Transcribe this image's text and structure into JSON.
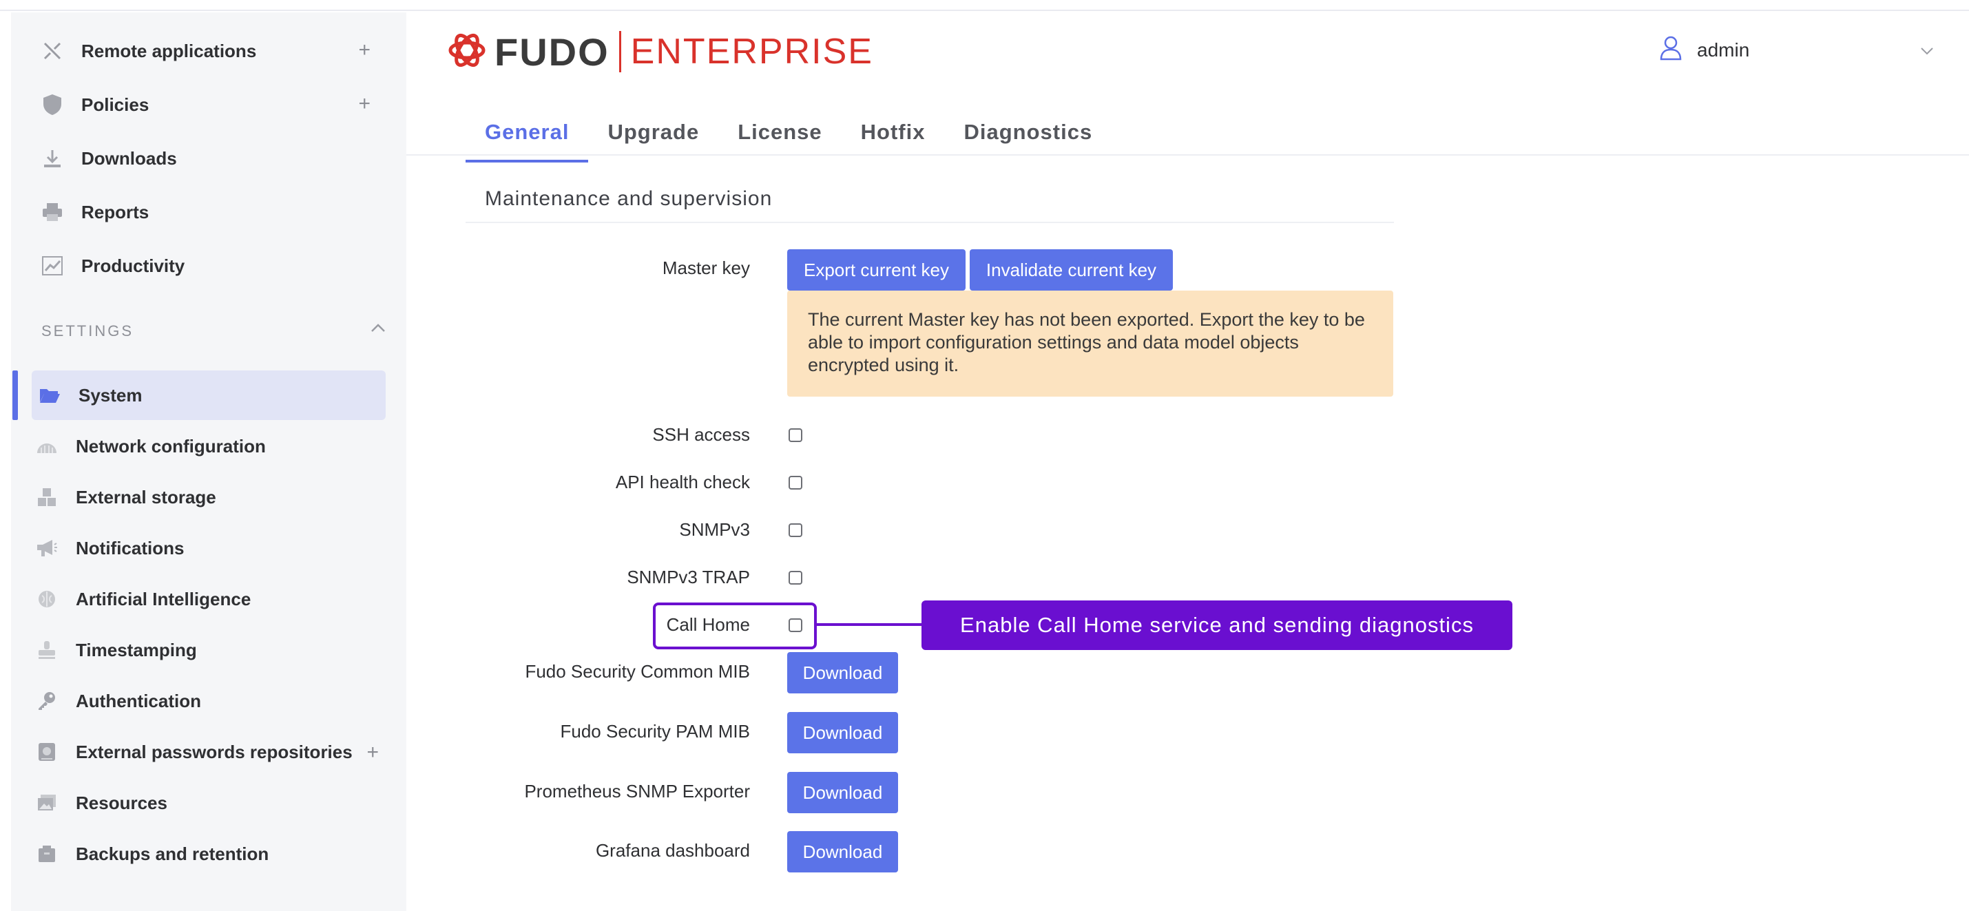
{
  "sidebar": {
    "items": [
      {
        "label": "Remote applications",
        "icon": "cross-arrows-icon",
        "has_add": true
      },
      {
        "label": "Policies",
        "icon": "shield-icon",
        "has_add": true
      },
      {
        "label": "Downloads",
        "icon": "download-icon",
        "has_add": false
      },
      {
        "label": "Reports",
        "icon": "printer-icon",
        "has_add": false
      },
      {
        "label": "Productivity",
        "icon": "trend-chart-icon",
        "has_add": false
      }
    ],
    "settings_title": "SETTINGS",
    "settings_items": [
      {
        "label": "System",
        "icon": "folder-open-icon",
        "active": true
      },
      {
        "label": "Network configuration",
        "icon": "network-icon"
      },
      {
        "label": "External storage",
        "icon": "storage-blocks-icon"
      },
      {
        "label": "Notifications",
        "icon": "megaphone-icon"
      },
      {
        "label": "Artificial Intelligence",
        "icon": "brain-icon"
      },
      {
        "label": "Timestamping",
        "icon": "stamp-icon"
      },
      {
        "label": "Authentication",
        "icon": "key-icon"
      },
      {
        "label": "External passwords repositories",
        "icon": "vault-icon",
        "has_add": true
      },
      {
        "label": "Resources",
        "icon": "images-icon"
      },
      {
        "label": "Backups and retention",
        "icon": "backup-box-icon"
      }
    ],
    "add_symbol": "+"
  },
  "header": {
    "logo_word1": "FUDO",
    "logo_word2": "ENTERPRISE",
    "user": "admin"
  },
  "tabs": [
    {
      "label": "General",
      "active": true
    },
    {
      "label": "Upgrade"
    },
    {
      "label": "License"
    },
    {
      "label": "Hotfix"
    },
    {
      "label": "Diagnostics"
    }
  ],
  "main": {
    "section_heading": "Maintenance and supervision",
    "master_key_label": "Master key",
    "export_key_button": "Export current key",
    "invalidate_key_button": "Invalidate current key",
    "warning_text": "The current Master key has not been exported. Export the key to be able to import configuration settings and data model objects encrypted using it.",
    "ssh_access_label": "SSH access",
    "api_health_label": "API health check",
    "snmpv3_label": "SNMPv3",
    "snmpv3_trap_label": "SNMPv3 TRAP",
    "call_home_label": "Call Home",
    "common_mib_label": "Fudo Security Common MIB",
    "pam_mib_label": "Fudo Security PAM MIB",
    "prometheus_label": "Prometheus SNMP Exporter",
    "grafana_label": "Grafana dashboard",
    "download_button": "Download"
  },
  "callout": {
    "text": "Enable Call Home service and sending diagnostics"
  },
  "colors": {
    "accent": "#5b73e8",
    "logo_red": "#d9322b",
    "warning_bg": "#fce3c0",
    "callout_purple": "#6a0fd0"
  }
}
